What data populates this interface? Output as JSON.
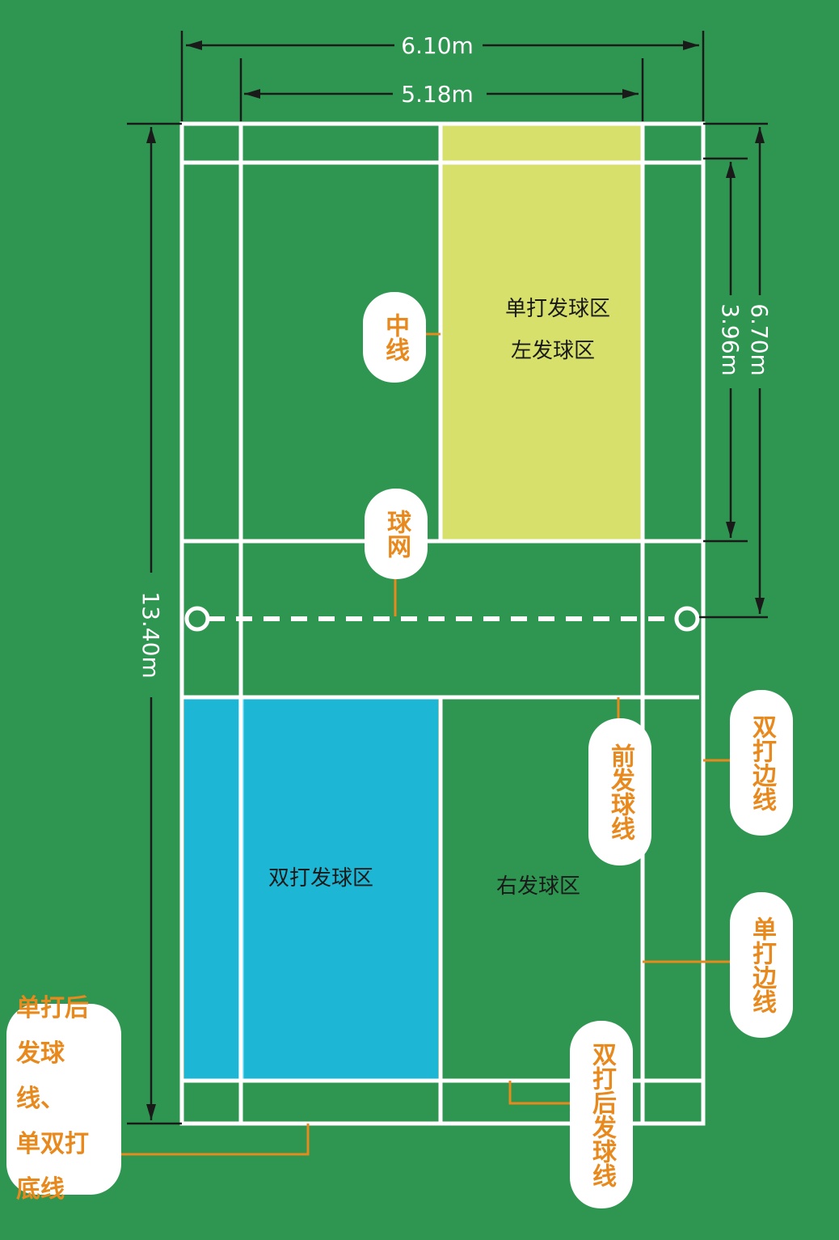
{
  "dimensions": {
    "doubles_width": "6.10m",
    "singles_width": "5.18m",
    "full_length": "13.40m",
    "half_length": "6.70m",
    "service_depth": "3.96m"
  },
  "zones": {
    "singles_service": "单打发球区",
    "left_service": "左发球区",
    "doubles_service": "双打发球区",
    "right_service": "右发球区"
  },
  "callouts": {
    "center_line": "中线",
    "net": "球网",
    "short_service_line": "前发球线",
    "doubles_sideline": "双打边线",
    "singles_sideline": "单打边线",
    "doubles_long_service_line": "双打后发球线",
    "baseline_lines": [
      "单打后",
      "发球线、",
      "单双打",
      "底线"
    ]
  },
  "colors": {
    "background": "#2e9650",
    "singles_zone": "#d6e06a",
    "doubles_zone": "#1db6d4",
    "callout_text": "#e8891e",
    "lines": "#ffffff"
  }
}
